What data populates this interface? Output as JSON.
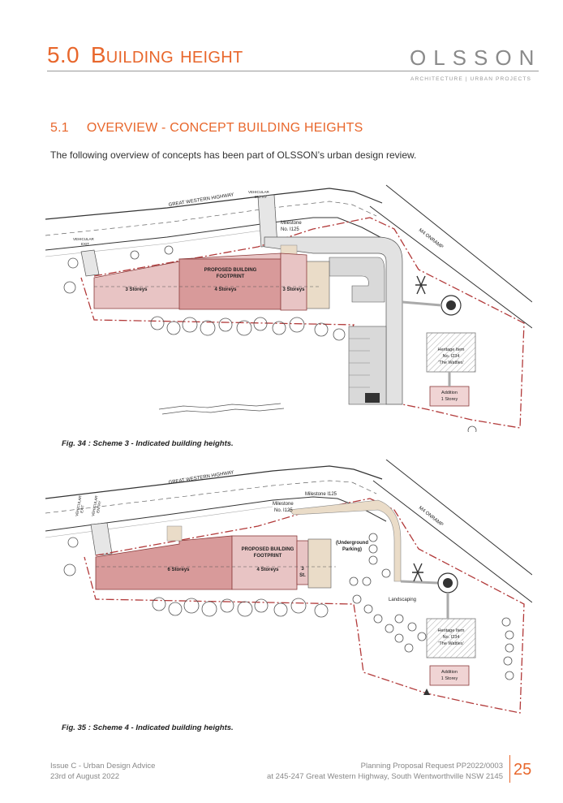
{
  "header": {
    "section_number": "5.0",
    "section_title": "Building height",
    "brand": "OLSSON",
    "brand_sub": "ARCHITECTURE | URBAN PROJECTS"
  },
  "section": {
    "number": "5.1",
    "title": "OVERVIEW - CONCEPT BUILDING HEIGHTS",
    "intro": "The following overview of concepts has been part of OLSSON’s urban design review."
  },
  "figures": [
    {
      "caption": "Fig. 34 : Scheme 3 - Indicated building heights.",
      "labels": {
        "road": "GREAT WESTERN HIGHWAY",
        "ramp": "M4 ONRAMP",
        "vehicular_left_1": "VEHICULAR",
        "vehicular_left_2": "EXIT",
        "vehicular_top_1": "VEHICULAR",
        "vehicular_top_2": "ENTRY",
        "milestone_1": "Milestone",
        "milestone_2": "No. I125",
        "footprint_1": "PROPOSED BUILDING",
        "footprint_2": "FOOTPRINT",
        "storeys_left": "3 Storeys",
        "storeys_mid": "4 Storeys",
        "storeys_right": "3 Storeys",
        "heritage_1": "Heritage Item",
        "heritage_2": "No. I234",
        "heritage_3": "'The Wattles'",
        "addition_1": "Addition",
        "addition_2": "1 Storey"
      }
    },
    {
      "caption": "Fig. 35 : Scheme 4 - Indicated building heights.",
      "labels": {
        "road": "GREAT WESTERN HIGHWAY",
        "ramp": "M4 ONRAMP",
        "vehicular_left_1": "VEHICULAR",
        "vehicular_left_2": "EXIT",
        "vehicular_top_1": "VEHICULAR",
        "vehicular_top_2": "ENTRY",
        "milestone_1": "Milestone",
        "milestone_2": "No. I125",
        "milestone_3": "Milestone I125",
        "footprint_1": "PROPOSED BUILDING",
        "footprint_2": "FOOTPRINT",
        "storeys_left": "6 Storeys",
        "storeys_mid": "4 Storeys",
        "storeys_right_1": "3",
        "storeys_right_2": "St.",
        "parking_1": "(Underground",
        "parking_2": "Parking)",
        "landscaping": "Landscaping",
        "heritage_1": "Heritage Item",
        "heritage_2": "No. I234",
        "heritage_3": "'The Wattles'",
        "addition_1": "Addition",
        "addition_2": "1 Storey"
      }
    }
  ],
  "footer": {
    "issue": "Issue C - Urban Design Advice",
    "date": "23rd of August 2022",
    "proposal": "Planning Proposal Request PP2022/0003",
    "address": "at 245-247 Great Western Highway, South Wentworthville NSW 2145",
    "page_number": "25"
  }
}
